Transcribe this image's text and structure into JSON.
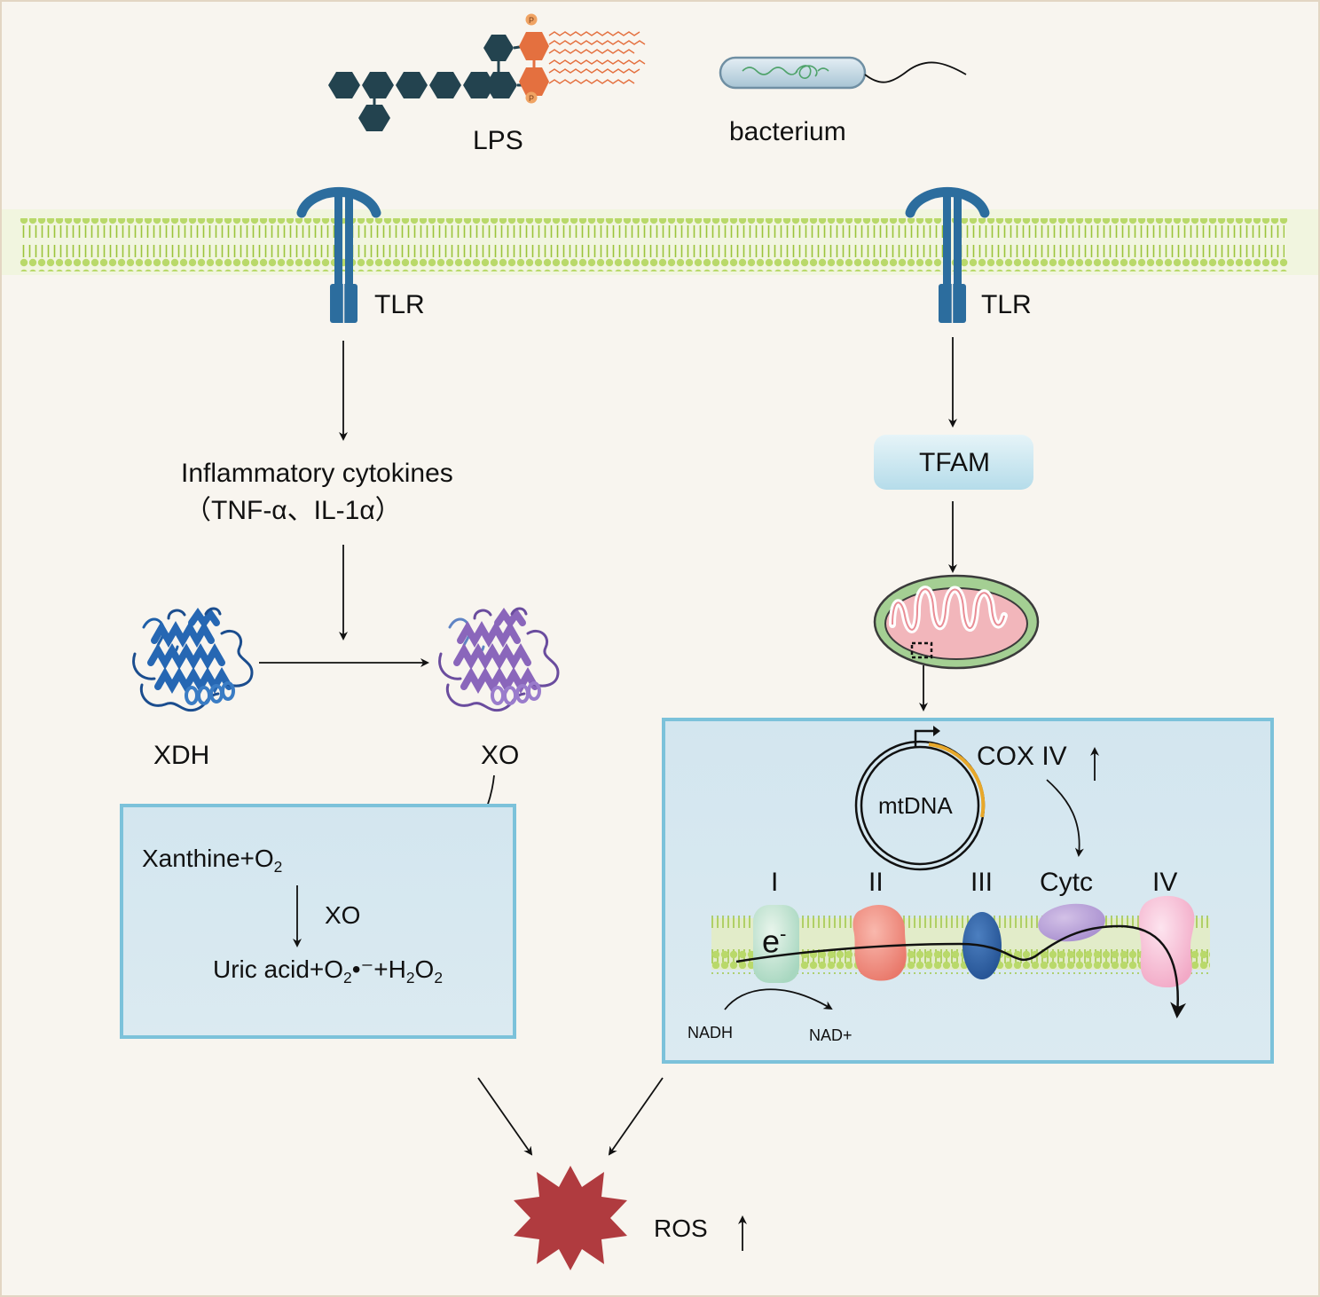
{
  "labels": {
    "lps": "LPS",
    "bacterium": "bacterium",
    "tlr_left": "TLR",
    "tlr_right": "TLR",
    "cytokines_line1": "Inflammatory cytokines",
    "cytokines_line2": "（TNF-α、IL-1α）",
    "tfam": "TFAM",
    "xdh": "XDH",
    "xo": "XO",
    "xanthine": "Xanthine+O",
    "xanthine_sub": "2",
    "xo_box": "XO",
    "uric_a": "Uric acid+O",
    "uric_b": "2",
    "uric_c": "•⁻",
    "uric_d": "+H",
    "uric_e": "2",
    "uric_f": "O",
    "uric_g": "2",
    "mtdna": "mtDNA",
    "cox4": "COX IV",
    "complex_i": "I",
    "complex_ii": "II",
    "complex_iii": "III",
    "cytc": "Cytc",
    "complex_iv": "IV",
    "electron": "e",
    "electron_sup": "-",
    "nadh": "NADH",
    "nad": "NAD+",
    "ros": "ROS",
    "phosphate": "P"
  },
  "colors": {
    "background": "#f8f5ef",
    "receptor": "#2c6d9e",
    "membrane": "#9bc43a",
    "lps_chain": "#23434f",
    "lipid_head": "#e4703f",
    "box_fill": "#d6e8f0",
    "box_border": "#7cc2da",
    "ros_star": "#b03b3f",
    "mito_outer": "#9ecb8c",
    "mito_inner": "#ef9fa6"
  }
}
